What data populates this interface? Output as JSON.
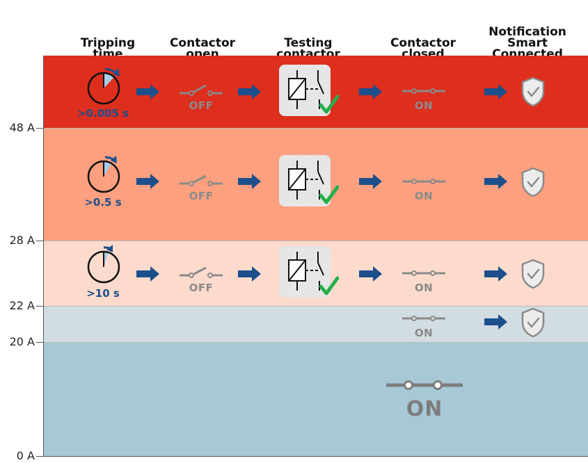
{
  "headers": [
    "Tripping\ntime",
    "Contactor\nopen",
    "Testing\ncontactor",
    "Contactor\nclosed",
    "Notification\nSmart\nConnected"
  ],
  "y_ticks": [
    "48 A",
    "28 A",
    "22 A",
    "20 A",
    "0 A"
  ],
  "rows": [
    {
      "range": "48 A+",
      "color": "#dd2e1e",
      "tripping_time": ">0.005 s",
      "open_label": "OFF",
      "closed_label": "ON",
      "notification": true
    },
    {
      "range": "28 A-48 A",
      "color": "#fca07f",
      "tripping_time": ">0.5 s",
      "open_label": "OFF",
      "closed_label": "ON",
      "notification": true
    },
    {
      "range": "22 A-28 A",
      "color": "#fcdbcd",
      "tripping_time": ">10 s",
      "open_label": "OFF",
      "closed_label": "ON",
      "notification": true
    },
    {
      "range": "20 A-22 A",
      "color": "#d2dde3",
      "closed_label": "ON",
      "notification": true
    },
    {
      "range": "0 A-20 A",
      "color": "#a8c8d6",
      "closed_label": "ON"
    }
  ],
  "colors": {
    "arrow": "#1d4f8c",
    "check": "#22b04b",
    "timer_fill": "#a5cfe8",
    "switch": "#8a8a8a",
    "shield": "#8a8a8a"
  },
  "icons": [
    "timer-icon",
    "arrow-icon",
    "switch-open-icon",
    "relay-icon",
    "check-icon",
    "switch-closed-icon",
    "shield-check-icon"
  ]
}
